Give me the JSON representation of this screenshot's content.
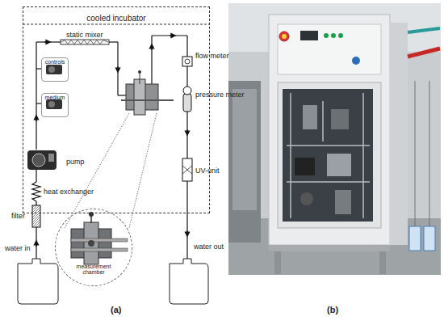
{
  "diagram": {
    "nodes": [
      {
        "text": [
          "cooled incubator"
        ]
      },
      {
        "text": [
          "controls"
        ],
        "in": 0
      },
      {
        "text": [
          "medium"
        ],
        "in": 0
      },
      {
        "text": [
          "measurement chamber"
        ]
      }
    ],
    "labels": [
      "static mixer",
      "pump",
      "heat exchanger",
      "filter",
      "water in",
      "flow meter",
      "pressure meter",
      "UV-unit",
      "water out",
      "(a)",
      "(b)"
    ]
  }
}
